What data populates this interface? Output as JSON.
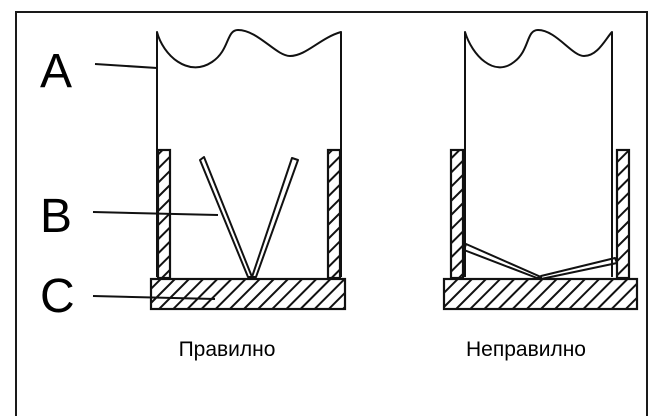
{
  "labels": {
    "a": "A",
    "b": "B",
    "c": "C"
  },
  "captions": {
    "correct": "Правилно",
    "incorrect": "Неправилно"
  },
  "colors": {
    "ink": "#111111",
    "background": "#ffffff"
  }
}
